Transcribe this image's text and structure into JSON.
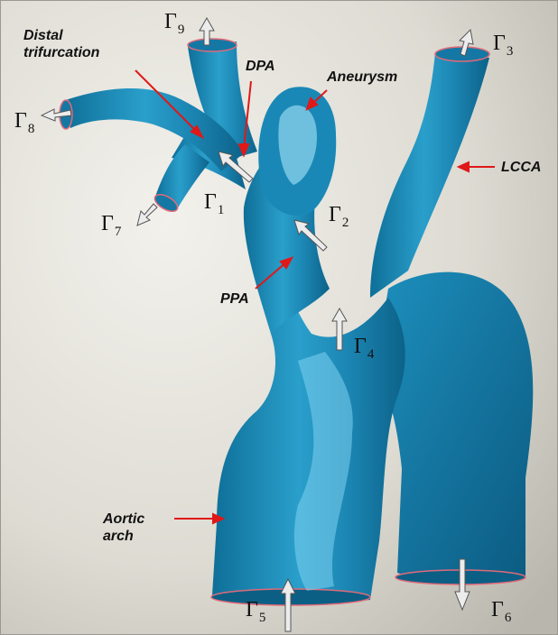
{
  "labels": {
    "distal_line1": "Distal",
    "distal_line2": "trifurcation",
    "dpa": "DPA",
    "aneurysm": "Aneurysm",
    "lcca": "LCCA",
    "ppa": "PPA",
    "aortic_line1": "Aortic",
    "aortic_line2": "arch"
  },
  "boundaries": [
    {
      "symbol": "Γ",
      "index": "1"
    },
    {
      "symbol": "Γ",
      "index": "2"
    },
    {
      "symbol": "Γ",
      "index": "3"
    },
    {
      "symbol": "Γ",
      "index": "4"
    },
    {
      "symbol": "Γ",
      "index": "5"
    },
    {
      "symbol": "Γ",
      "index": "6"
    },
    {
      "symbol": "Γ",
      "index": "7"
    },
    {
      "symbol": "Γ",
      "index": "8"
    },
    {
      "symbol": "Γ",
      "index": "9"
    }
  ],
  "colors": {
    "vessel": "#1f8cb8",
    "vessel_highlight": "#8fdcf4",
    "annotation_arrow": "#e01818",
    "flow_arrow_fill": "#ececec",
    "flow_arrow_stroke": "#555555",
    "outlet_rim": "#e06a78"
  }
}
